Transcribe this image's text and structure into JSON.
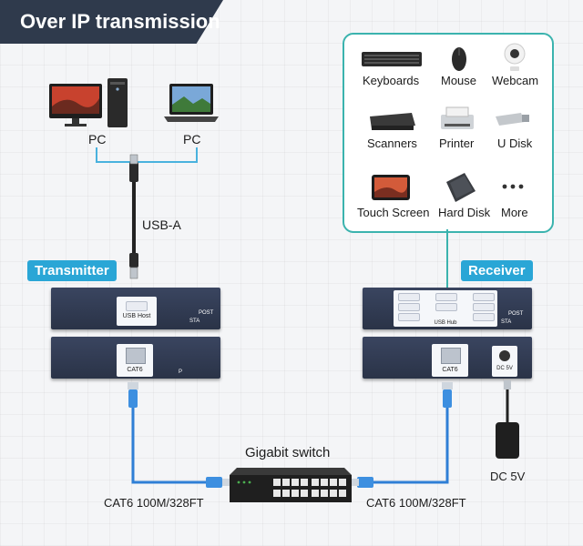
{
  "header": {
    "title": "Over IP transmission"
  },
  "pcs": [
    {
      "label": "PC"
    },
    {
      "label": "PC"
    }
  ],
  "cable_usb": {
    "label": "USB-A"
  },
  "transmitter": {
    "tag": "Transmitter",
    "usb_host_label": "USB Host",
    "post_label": "POST",
    "sta_label": "STA",
    "cat6_label": "CAT6",
    "p_label": "P"
  },
  "receiver": {
    "tag": "Receiver",
    "usb_hub_label": "USB Hub",
    "post_label": "POST",
    "sta_label": "STA",
    "cat6_label": "CAT6",
    "dc_label": "DC 5V"
  },
  "peripherals": [
    {
      "label": "Keyboards",
      "icon": "keyboard-icon"
    },
    {
      "label": "Mouse",
      "icon": "mouse-icon"
    },
    {
      "label": "Webcam",
      "icon": "webcam-icon"
    },
    {
      "label": "Scanners",
      "icon": "scanner-icon"
    },
    {
      "label": "Printer",
      "icon": "printer-icon"
    },
    {
      "label": "U Disk",
      "icon": "usb-disk-icon"
    },
    {
      "label": "Touch Screen",
      "icon": "touch-screen-icon"
    },
    {
      "label": "Hard Disk",
      "icon": "hard-disk-icon"
    },
    {
      "label": "More",
      "icon": "more-icon"
    }
  ],
  "switch": {
    "label": "Gigabit switch"
  },
  "cables": {
    "left_label": "CAT6 100M/328FT",
    "right_label": "CAT6 100M/328FT"
  },
  "power": {
    "label": "DC 5V"
  },
  "colors": {
    "title_bg": "#2f3a4c",
    "tag_bg": "#2aa6d6",
    "cable": "#2f7fd6",
    "unit": "#2f3a50",
    "accent": "#3bb3ae"
  }
}
